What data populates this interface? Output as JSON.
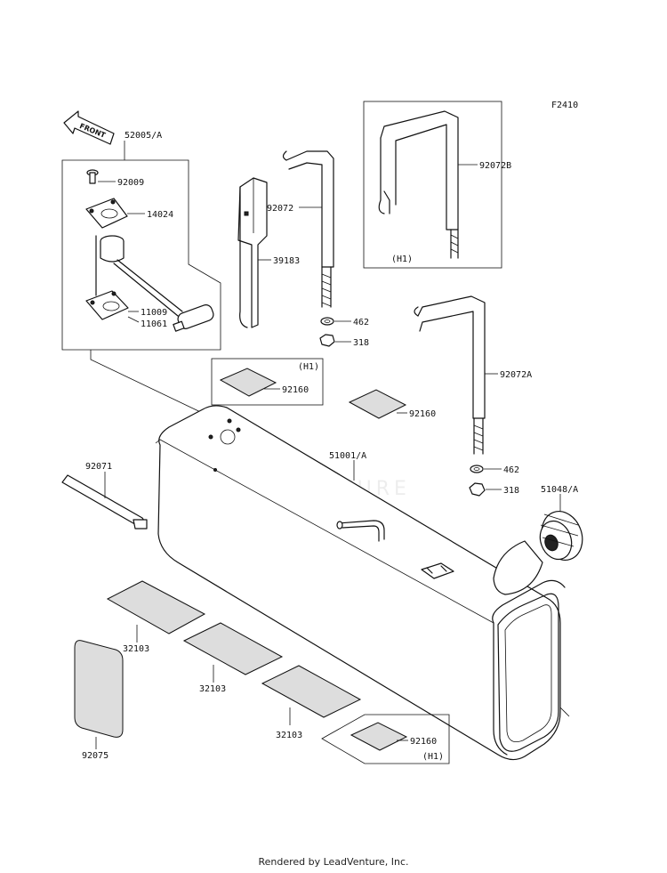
{
  "diagram": {
    "code": "F2410",
    "front_label": "FRONT",
    "parts": {
      "p52005A": "52005/A",
      "p92009": "92009",
      "p14024": "14024",
      "p11009": "11009",
      "p11061": "11061",
      "p39183": "39183",
      "p92072": "92072",
      "p92072B": "92072B",
      "p462_top": "462",
      "p318_top": "318",
      "p92160_h1_top": "92160",
      "p92160_mid": "92160",
      "p92072A": "92072A",
      "p51001A": "51001/A",
      "p92071": "92071",
      "p462_bot": "462",
      "p318_bot": "318",
      "p51048A": "51048/A",
      "p32103_a": "32103",
      "p32103_b": "32103",
      "p32103_c": "32103",
      "p92075": "92075",
      "p92160_bot": "92160"
    },
    "h1_labels": {
      "box_right": "(H1)",
      "box_mid": "(H1)",
      "box_bottom": "(H1)"
    }
  },
  "watermark": "LEADVENTURE",
  "footer": "Rendered by LeadVenture, Inc."
}
